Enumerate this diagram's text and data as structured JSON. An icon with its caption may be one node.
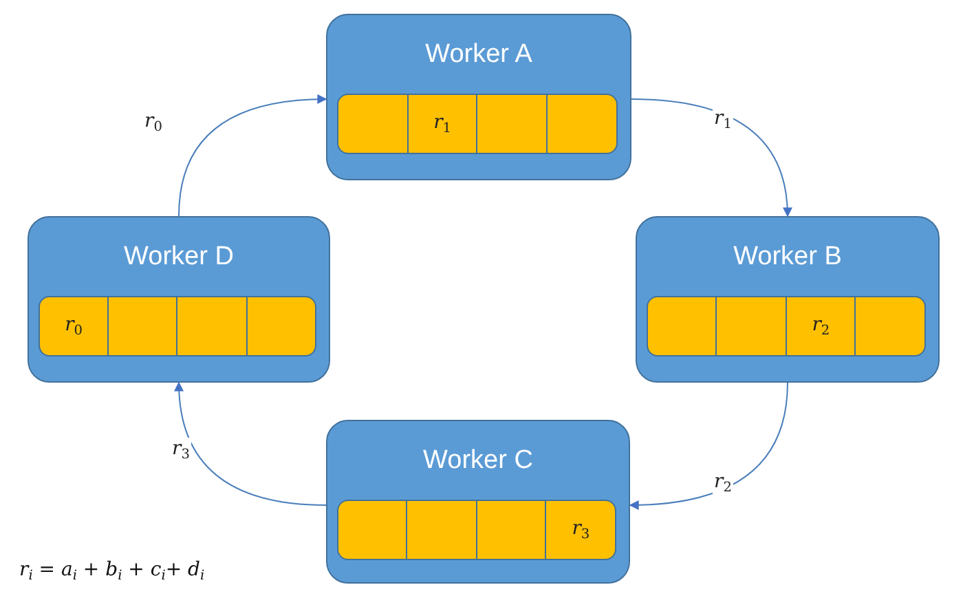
{
  "diagram": {
    "nodes": [
      {
        "text": [
          "Worker A"
        ]
      },
      {
        "text": [],
        "shape": "box",
        "in": 0
      },
      {
        "text": [
          "*r*$_{1}$"
        ],
        "in": 0
      },
      {
        "text": [],
        "shape": "box",
        "in": 0
      },
      {
        "text": [],
        "shape": "box",
        "in": 0
      },
      {
        "text": [
          "Worker D"
        ]
      },
      {
        "text": [
          "*r*$_{0}$"
        ],
        "in": 5
      },
      {
        "text": [],
        "shape": "box",
        "in": 5
      },
      {
        "text": [],
        "shape": "box",
        "in": 5
      },
      {
        "text": [],
        "shape": "box",
        "in": 5
      },
      {
        "text": [
          "Worker B"
        ]
      },
      {
        "text": [],
        "shape": "box",
        "in": 10
      },
      {
        "text": [],
        "shape": "box",
        "in": 10
      },
      {
        "text": [
          "*r*$_{2}$"
        ],
        "in": 10
      },
      {
        "text": [],
        "shape": "box",
        "in": 10
      },
      {
        "text": [
          "Worker C"
        ]
      },
      {
        "text": [],
        "shape": "box",
        "in": 15
      },
      {
        "text": [],
        "shape": "box",
        "in": 15
      },
      {
        "text": [],
        "shape": "box",
        "in": 15
      },
      {
        "text": [
          "*r*$_{3}$"
        ],
        "in": 15
      }
    ],
    "edges": [
      {
        "from": 5,
        "to": 0,
        "arrow": "to",
        "label": "*r*$_{0}$"
      },
      {
        "from": 0,
        "to": 10,
        "arrow": "to",
        "label": "*r*$_{1}$"
      },
      {
        "from": 10,
        "to": 15,
        "arrow": "to",
        "label": "*r*$_{2}$"
      },
      {
        "from": 15,
        "to": 5,
        "arrow": "to",
        "label": "*r*$_{3}$"
      }
    ],
    "labels": [
      "*r*$_{i}$ = *a*$_{i}$ + *b*$_{i}$ + *c*$_{i}$+ *d*$_{i}$"
    ]
  }
}
